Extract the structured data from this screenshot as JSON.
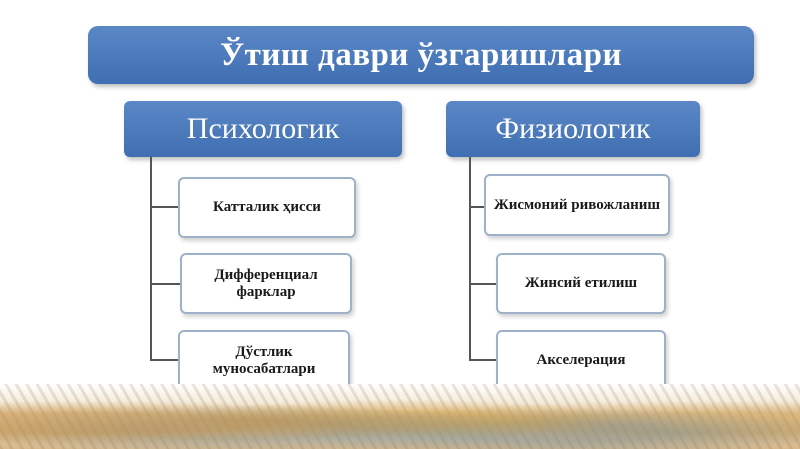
{
  "title": "Ўтиш даври ўзгаришлари",
  "categories": {
    "left": {
      "label": "Психологик",
      "items": [
        "Катталик ҳисси",
        "Дифференциал фарклар",
        "Дўстлик муносабатлари"
      ]
    },
    "right": {
      "label": "Физиологик",
      "items": [
        "Жисмоний ривожланиш",
        "Жинсий етилиш",
        "Акселерация"
      ]
    }
  },
  "colors": {
    "header_blue": "#4a78bb",
    "leaf_border": "#9fb1c9",
    "connector": "#555555"
  }
}
